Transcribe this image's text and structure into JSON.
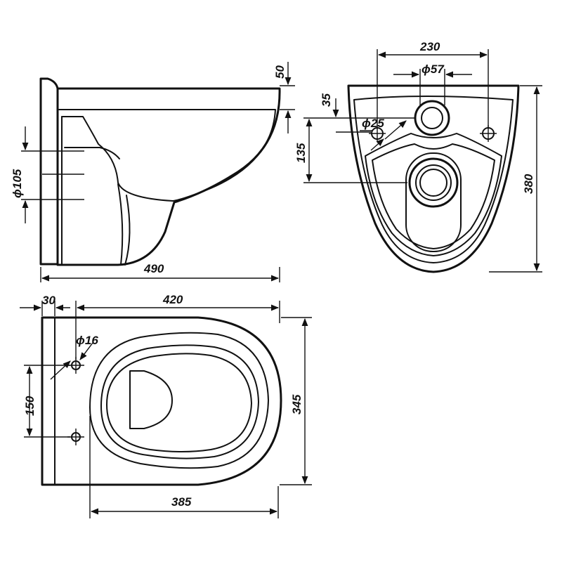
{
  "drawing": {
    "dims": {
      "side_top_thickness": "50",
      "outlet_diameter": "ϕ105",
      "overall_length": "490",
      "back_width": "230",
      "inlet_diameter": "ϕ57",
      "inlet_offset": "35",
      "fixing_hole_diameter": "ϕ25",
      "outlet_height": "135",
      "back_height": "380",
      "plate_thickness": "30",
      "bowl_length": "420",
      "bolt_hole_diameter": "ϕ16",
      "bolt_spacing": "150",
      "overall_width": "345",
      "rim_length": "385"
    }
  }
}
